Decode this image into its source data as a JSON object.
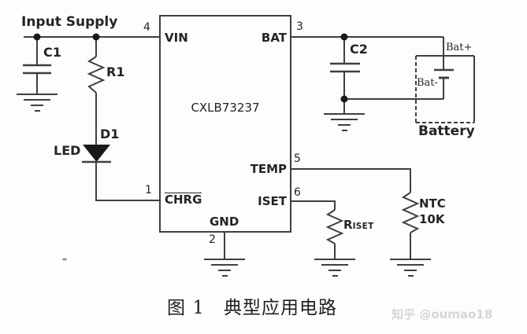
{
  "figure": {
    "caption": "图 1　典型应用电路",
    "watermark": "知乎 @oumao18"
  },
  "circuit": {
    "input_label": "Input Supply",
    "chip": {
      "name": "CXLB73237",
      "pins": {
        "vin": {
          "label": "VIN",
          "number": "4"
        },
        "bat": {
          "label": "BAT",
          "number": "3"
        },
        "chrg": {
          "label": "CHRG",
          "number": "1"
        },
        "gnd": {
          "label": "GND",
          "number": "2"
        },
        "temp": {
          "label": "TEMP",
          "number": "5"
        },
        "iset": {
          "label": "ISET",
          "number": "6"
        }
      }
    },
    "components": {
      "c1": "C1",
      "r1": "R1",
      "d1": "D1",
      "led": "LED",
      "c2": "C2",
      "riset_prefix": "R",
      "riset_suffix": "ISET",
      "ntc_name": "NTC",
      "ntc_value": "10K",
      "battery_label": "Battery",
      "bat_plus": "Bat+",
      "bat_minus": "Bat-"
    },
    "colors": {
      "wire": "#3f3f3f",
      "text": "#242424",
      "background": "#fdfdfd",
      "watermark": "#d5d5d5"
    }
  }
}
